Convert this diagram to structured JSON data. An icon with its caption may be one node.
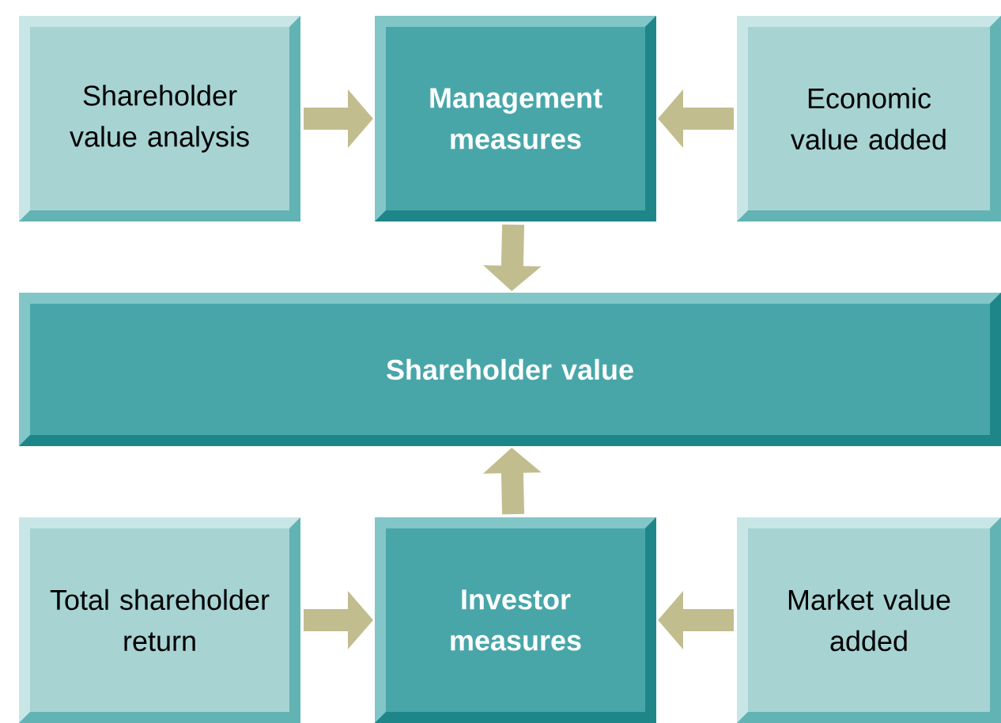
{
  "diagram": {
    "nodes": [
      {
        "text": [
          "Shareholder value analysis"
        ]
      },
      {
        "text": [
          "Management measures"
        ]
      },
      {
        "text": [
          "Economic value added"
        ]
      },
      {
        "text": [
          "Shareholder value"
        ]
      },
      {
        "text": [
          "Total shareholder return"
        ]
      },
      {
        "text": [
          "Investor measures"
        ]
      },
      {
        "text": [
          "Market value added"
        ]
      }
    ],
    "edges": [
      {
        "from": 0,
        "to": 1,
        "arrow": "to"
      },
      {
        "from": 2,
        "to": 1,
        "arrow": "to"
      },
      {
        "from": 1,
        "to": 3,
        "arrow": "to"
      },
      {
        "from": 5,
        "to": 3,
        "arrow": "to"
      },
      {
        "from": 4,
        "to": 5,
        "arrow": "to"
      },
      {
        "from": 6,
        "to": 5,
        "arrow": "to"
      }
    ]
  }
}
